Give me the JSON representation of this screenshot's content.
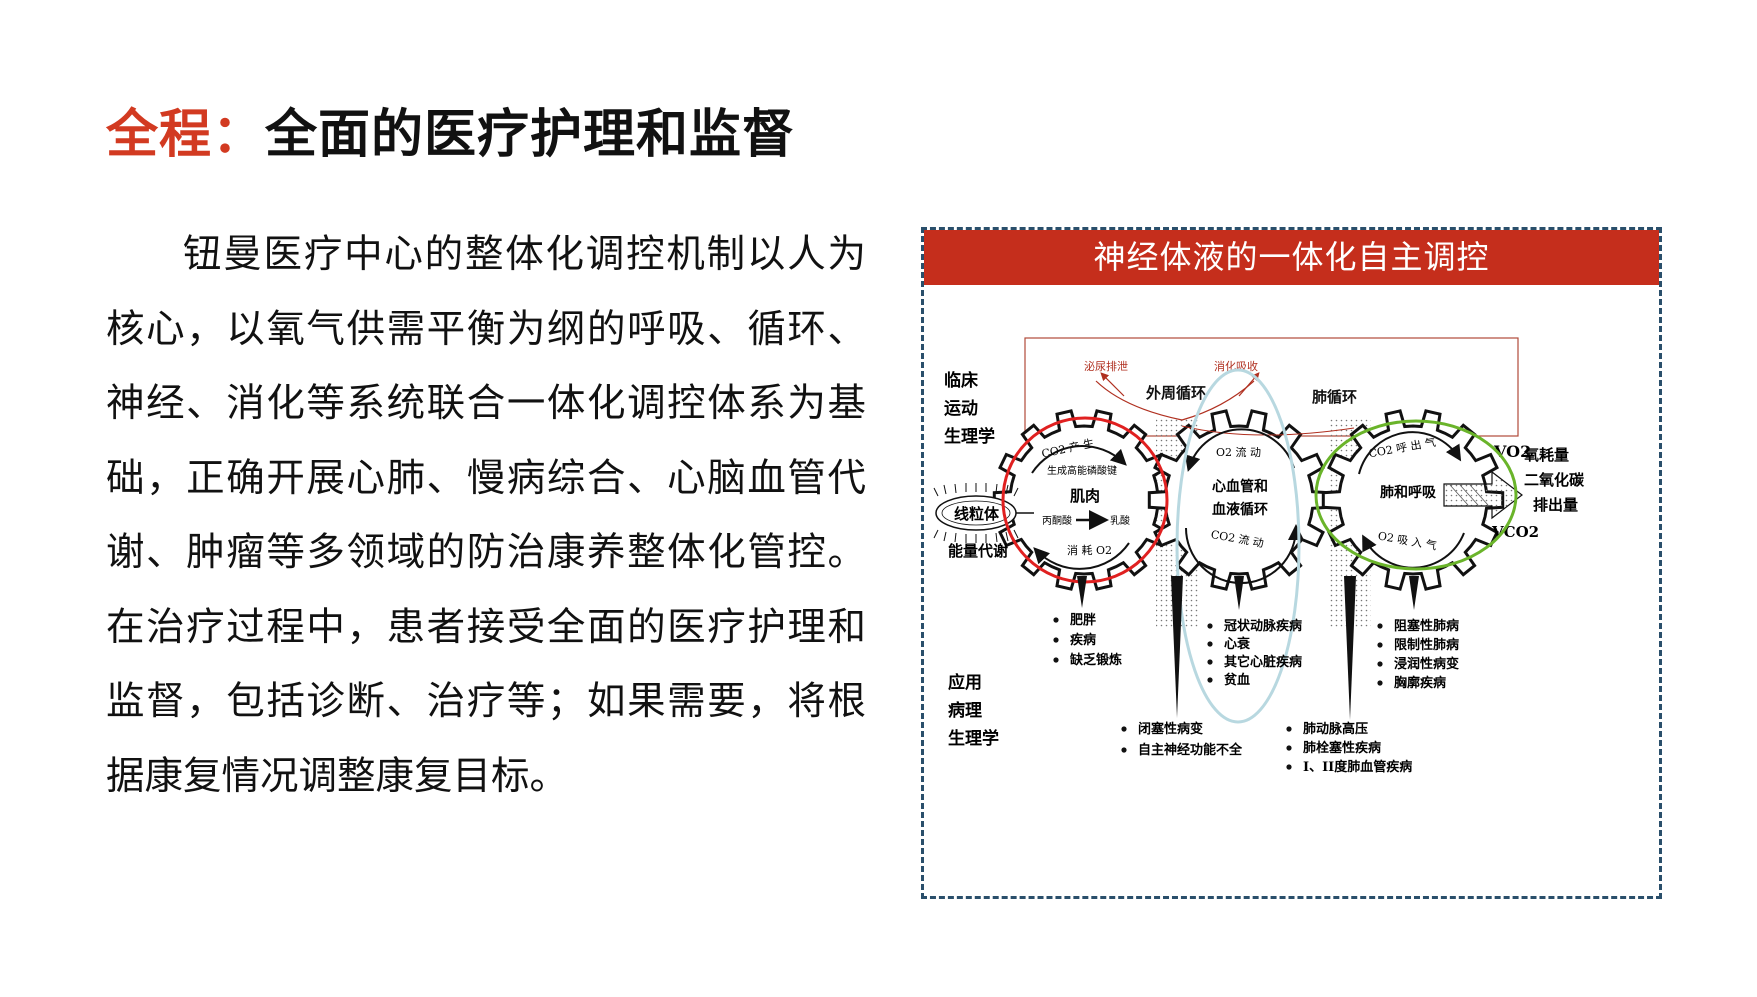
{
  "title": {
    "accent": "全程：",
    "main": "全面的医疗护理和监督"
  },
  "body": {
    "paragraph": "钮曼医疗中心的整体化调控机制以人为核心，以氧气供需平衡为纲的呼吸、循环、神经、消化等系统联合一体化调控体系为基础，正确开展心肺、慢病综合、心脑血管代谢、肿瘤等多领域的防治康养整体化管控。在治疗过程中，患者接受全面的医疗护理和监督，包括诊断、治疗等；如果需要，将根据康复情况调整康复目标。"
  },
  "diagram": {
    "header": "神经体液的一体化自主调控",
    "left_labels": {
      "clinical": [
        "临床",
        "运动",
        "生理学"
      ],
      "pathology": [
        "应用",
        "病理",
        "生理学"
      ]
    },
    "top": {
      "excretion": "泌尿排泄",
      "digestion": "消化吸收",
      "peripheral": "外周循环",
      "pulmonary": "肺循环"
    },
    "mito": {
      "label": "线粒体",
      "caption": "能量代谢"
    },
    "gear_muscle": {
      "top": "CO2 产 生",
      "sub": "生成高能磷酸键",
      "center": "肌肉",
      "left": "丙酮酸",
      "right": "乳酸",
      "bottom": "消 耗 O2"
    },
    "gear_heart": {
      "top": "O2 流 动",
      "center1": "心血管和",
      "center2": "血液循环",
      "bottom": "CO2 流 动"
    },
    "gear_lung": {
      "top": "CO2 呼 出 气",
      "center": "肺和呼吸",
      "bottom": "O2 吸 入 气"
    },
    "right_labels": {
      "vo2": "VO2",
      "vco2": "VCO2",
      "o2_consumption": "氧耗量",
      "co2_output_1": "二氧化碳",
      "co2_output_2": "排出量"
    },
    "lists": {
      "muscle": [
        "肥胖",
        "疾病",
        "缺乏锻炼"
      ],
      "heart": [
        "冠状动脉疾病",
        "心衰",
        "其它心脏疾病",
        "贫血"
      ],
      "lung": [
        "阻塞性肺病",
        "限制性肺病",
        "浸润性病变",
        "胸廓疾病"
      ],
      "peripheral": [
        "闭塞性病变",
        "自主神经功能不全"
      ],
      "pulmonary": [
        "肺动脉高压",
        "肺栓塞性疾病",
        "I、II度肺血管疾病"
      ]
    },
    "colors": {
      "red_circle": "#e02020",
      "blue_ellipse": "#b8d8e0",
      "green_circle": "#6ab42a"
    }
  }
}
